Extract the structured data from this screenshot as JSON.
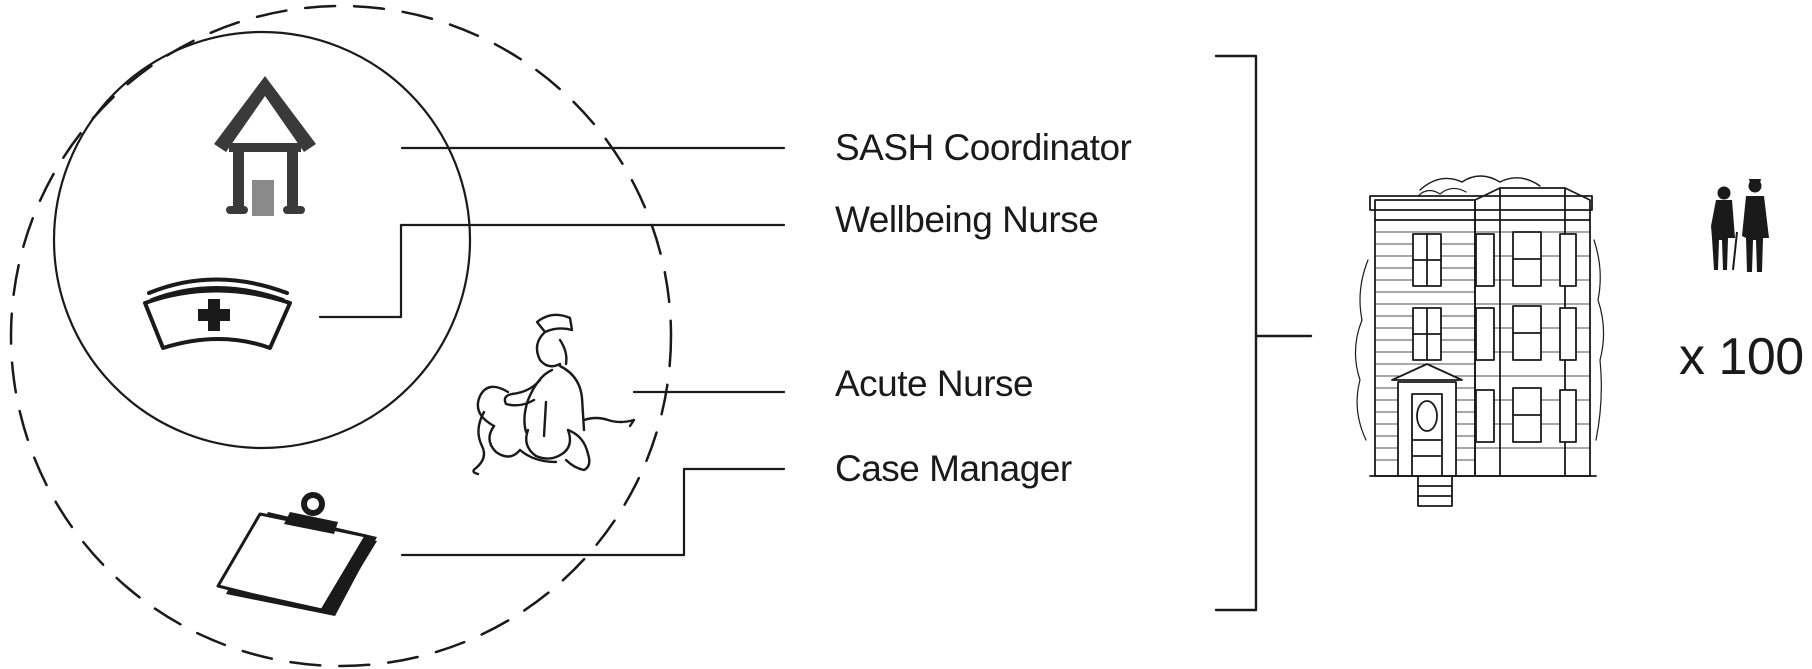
{
  "roles": [
    {
      "label": "SASH Coordinator",
      "icon": "house-icon"
    },
    {
      "label": "Wellbeing Nurse",
      "icon": "nurse-cap-icon"
    },
    {
      "label": "Acute Nurse",
      "icon": "nurse-sketch-icon"
    },
    {
      "label": "Case Manager",
      "icon": "clipboard-icon"
    }
  ],
  "housing": {
    "icon": "apartment-building-icon"
  },
  "residents": {
    "icon": "elderly-couple-icon",
    "multiplier": "x 100"
  },
  "colors": {
    "ink": "#1a1a1a",
    "house": "#3a3a3a",
    "door": "#8a8a8a",
    "background": "#ffffff"
  }
}
